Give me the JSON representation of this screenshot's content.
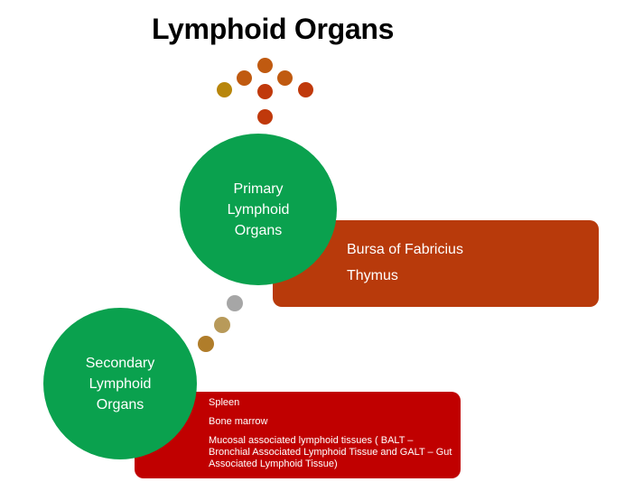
{
  "title": "Lymphoid Organs",
  "colors": {
    "circle": "#0aa14e",
    "primary_box": "#b83a0b",
    "secondary_box": "#c00000",
    "dot_gold": "#b8860b",
    "dot_orange": "#c05a10",
    "dot_rust": "#c0390b",
    "dot_gray": "#a6a6a6",
    "dot_tan": "#b89a5a",
    "dot_bronze": "#b07d2a"
  },
  "primary": {
    "label": "Primary Lymphoid Organs",
    "items": [
      "Bursa of Fabricius",
      "Thymus"
    ]
  },
  "secondary": {
    "label": "Secondary Lymphoid Organs",
    "items": [
      "Spleen",
      "Bone marrow",
      "Mucosal associated lymphoid tissues ( BALT – Bronchial Associated Lymphoid Tissue and GALT – Gut Associated Lymphoid Tissue)"
    ]
  }
}
